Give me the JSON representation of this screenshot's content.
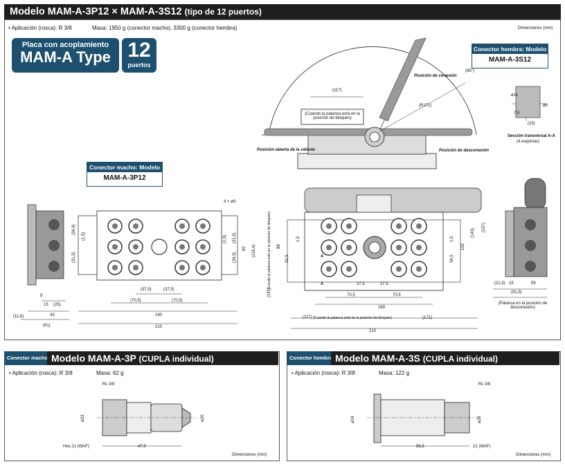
{
  "header": {
    "title": "Modelo MAM-A-3P12 × MAM-A-3S12",
    "subtitle": "(tipo de 12 puertos)"
  },
  "info": {
    "application": "• Aplicación (rosca): R 3/8",
    "mass": "Masa: 1950 g (conector macho), 3300 g (conector hembra)",
    "units": "Dimensiones (mm)"
  },
  "badge": {
    "line1": "Placa con acoplamiento",
    "line2": "MAM-A Type",
    "number": "12",
    "unit": "puertos"
  },
  "female_connector_box": {
    "header": "Conector hembra: Modelo",
    "model": "MAM-A-3S12"
  },
  "male_connector_box": {
    "header": "Conector macho: Modelo",
    "model": "MAM-A-3P12"
  },
  "annotations": {
    "open_pos": "Posición abierta de la válvula",
    "connect_pos": "Posición de conexión",
    "disconnect_pos": "Posición de desconexión",
    "lever_lock_note": "(Cuando la palanca está en la posición de bloqueo)",
    "lever_lock_vert": "(Cuando la palanca está en la posición de bloqueo)",
    "lever_disc_note": "(Palanca en la posición de desconexión)",
    "section_aa": "Sección transversal A-A",
    "section_aa_sub": "(4 esquinas)",
    "holes": "4 × ø9",
    "label_a": "A"
  },
  "dims": {
    "d117": "(117)",
    "d65": "(65°)",
    "d171r": "(R171)",
    "d190": "190",
    "d210": "210",
    "d43": "43",
    "d61": "(61)",
    "d11_6": "(11,6)",
    "d8": "8",
    "d15": "15",
    "d25": "(25)",
    "d70_5a": "(70,5)",
    "d70_5b": "(70,5)",
    "d37_5a": "(37,5)",
    "d37_5b": "(37,5)",
    "d34_9": "(34,9)",
    "d1_5a": "(1,5)",
    "d31_5": "(31,5)",
    "d1_5b": "(1,5)",
    "d31_5b": "(31,5)",
    "d34_5": "(34,5)",
    "d90": "90",
    "d116_4": "(116,4)",
    "r37_5a": "37,5",
    "r37_5b": "37,5",
    "r70_5a": "70,5",
    "r70_5b": "70,5",
    "r189": "189",
    "r210": "210",
    "r117": "(117)",
    "r171": "(171)",
    "r88": "88",
    "r31_5": "31,5",
    "r1_5a": "1,5",
    "r1_5b": "1,5",
    "r34_5": "34,5",
    "r102": "102",
    "r143": "(143)",
    "r157": "(157)",
    "r147": "(147)",
    "s21_5": "(21,5)",
    "s15": "15",
    "s55": "55",
    "s91_5": "(91,5)",
    "a11": "ø11",
    "a6": "ø6",
    "a7_5": "7,5",
    "a15": "(15)"
  },
  "plug": {
    "tag": "Conector macho",
    "title": "Modelo MAM-A-3P",
    "title_small": "(CUPLA individual)",
    "application": "• Aplicación (rosca): R 3/8",
    "mass": "Masa: 62 g",
    "thread": "Rc 3/8",
    "d23": "ø23",
    "d20": "ø20",
    "hex": "Hex.21 (WAF)",
    "len": "47,5",
    "units": "Dimensiones (mm)"
  },
  "socket": {
    "tag": "Conector hembra",
    "title": "Modelo MAM-A-3S",
    "title_small": "(CUPLA individual)",
    "application": "• Aplicación (rosca): R 3/8",
    "mass": "Masa: 122 g",
    "thread": "Rc 3/8",
    "d24": "ø24",
    "d26": "ø26",
    "len": "56,5",
    "waf": "21 (WAF)",
    "units": "Dimensiones (mm)"
  }
}
